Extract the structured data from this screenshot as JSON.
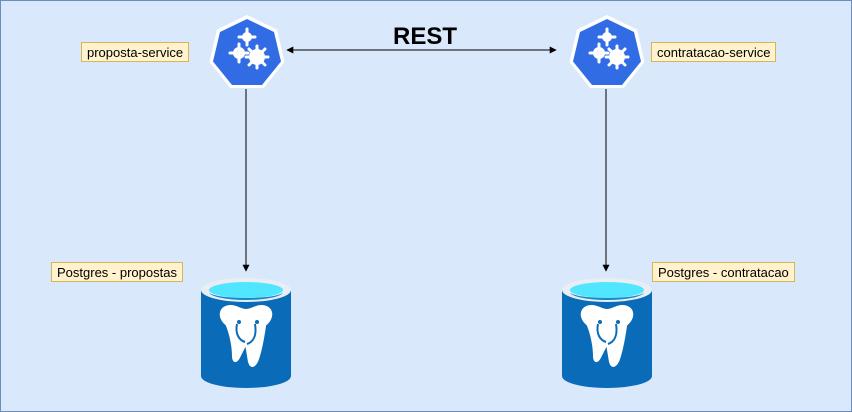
{
  "connection": {
    "label": "REST"
  },
  "services": [
    {
      "name": "proposta-service",
      "icon": "kubernetes-service-icon"
    },
    {
      "name": "contratacao-service",
      "icon": "kubernetes-service-icon"
    }
  ],
  "databases": [
    {
      "name": "Postgres - propostas",
      "icon": "postgres-database-icon"
    },
    {
      "name": "Postgres - contratacao",
      "icon": "postgres-database-icon"
    }
  ],
  "colors": {
    "canvas_fill": "#dae8fc",
    "canvas_border": "#6c8ebf",
    "label_fill": "#fff2cc",
    "label_border": "#d6b656",
    "k8s_blue": "#326ce5",
    "db_blue": "#0a6cb8",
    "db_top": "#50e6ff"
  }
}
